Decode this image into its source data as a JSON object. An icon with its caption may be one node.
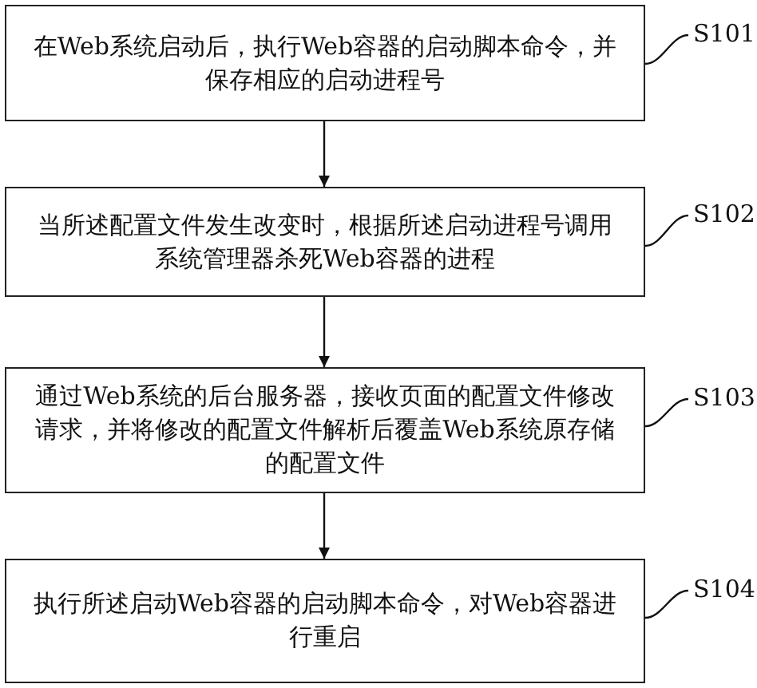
{
  "diagram": {
    "nodes": [
      {
        "text": [
          "在Web系统启动后，执行Web容器的启动脚本命令，并保存相应的启动进程号"
        ]
      },
      {
        "text": [
          "当所述配置文件发生改变时，根据所述启动进程号调用系统管理器杀死Web容器的进程"
        ]
      },
      {
        "text": [
          "通过Web系统的后台服务器，接收页面的配置文件修改请求，并将修改的配置文件解析后覆盖Web系统原存储的配置文件"
        ]
      },
      {
        "text": [
          "执行所述启动Web容器的启动脚本命令，对Web容器进行重启"
        ]
      },
      {
        "text": [
          "S101"
        ]
      },
      {
        "text": [
          "S102"
        ]
      },
      {
        "text": [
          "S103"
        ]
      },
      {
        "text": [
          "S104"
        ]
      }
    ],
    "edges": [
      {
        "from": 0,
        "to": 1,
        "arrow": "to"
      },
      {
        "from": 1,
        "to": 2,
        "arrow": "to"
      },
      {
        "from": 2,
        "to": 3,
        "arrow": "to"
      },
      {
        "from": 4,
        "to": 0,
        "arrow": "none"
      },
      {
        "from": 5,
        "to": 1,
        "arrow": "none"
      },
      {
        "from": 6,
        "to": 2,
        "arrow": "none"
      },
      {
        "from": 7,
        "to": 3,
        "arrow": "none"
      }
    ]
  }
}
